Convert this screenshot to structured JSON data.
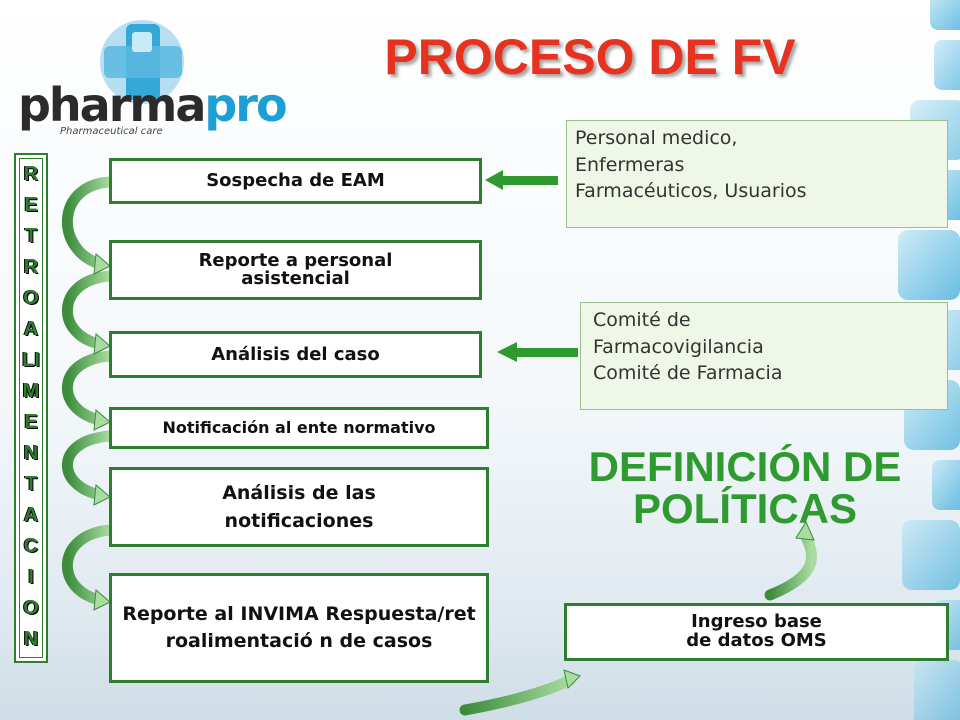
{
  "logo": {
    "word_dark": "pharma",
    "word_blue": "pro",
    "tagline": "Pharmaceutical care"
  },
  "title": "PROCESO DE FV",
  "vertical_label": [
    "R",
    "E",
    "T",
    "R",
    "O",
    "A",
    "LI",
    "M",
    "E",
    "N",
    "T",
    "A",
    "C",
    "I",
    "O",
    "N"
  ],
  "steps": [
    {
      "text": "Sospecha de EAM"
    },
    {
      "text": "Reporte a personal asistencial"
    },
    {
      "text": "Análisis del caso"
    },
    {
      "text": "Notificación al ente normativo"
    },
    {
      "text": "Análisis de las notificaciones"
    },
    {
      "text": "Reporte al INVIMA Respuesta/retroalimentació n de casos"
    }
  ],
  "side_notes": [
    {
      "lines": [
        "Personal medico,",
        "Enfermeras",
        "Farmacéuticos, Usuarios"
      ]
    },
    {
      "lines": [
        "Comité de",
        "Farmacovigilancia",
        "Comité de Farmacia"
      ]
    }
  ],
  "oms_box": {
    "line1": "Ingreso base",
    "line2": "de datos OMS"
  },
  "policy": {
    "line1": "DEFINICIÓN DE",
    "line2": "POLÍTICAS"
  },
  "colors": {
    "title": "#e6321f",
    "green": "#2f7d2f",
    "policy": "#2f9a2f",
    "arrow": "#2e9a2e"
  }
}
